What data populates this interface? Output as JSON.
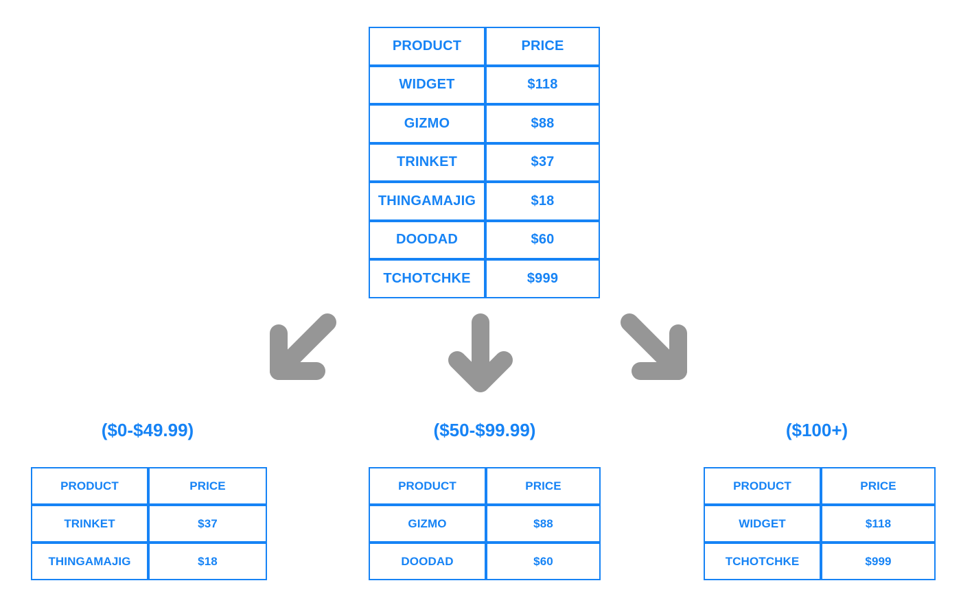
{
  "colors": {
    "accent": "#1683f5",
    "arrow": "#969696",
    "background": "#ffffff"
  },
  "master_table": {
    "headers": [
      "PRODUCT",
      "PRICE"
    ],
    "rows": [
      [
        "WIDGET",
        "$118"
      ],
      [
        "GIZMO",
        "$88"
      ],
      [
        "TRINKET",
        "$37"
      ],
      [
        "THINGAMAJIG",
        "$18"
      ],
      [
        "DOODAD",
        "$60"
      ],
      [
        "TCHOTCHKE",
        "$999"
      ]
    ]
  },
  "arrows": [
    {
      "name": "arrow-down-left",
      "glyph": "down-left"
    },
    {
      "name": "arrow-down",
      "glyph": "down"
    },
    {
      "name": "arrow-down-right",
      "glyph": "down-right"
    }
  ],
  "buckets": [
    {
      "caption": "($0-$49.99)",
      "headers": [
        "PRODUCT",
        "PRICE"
      ],
      "rows": [
        [
          "TRINKET",
          "$37"
        ],
        [
          "THINGAMAJIG",
          "$18"
        ]
      ]
    },
    {
      "caption": "($50-$99.99)",
      "headers": [
        "PRODUCT",
        "PRICE"
      ],
      "rows": [
        [
          "GIZMO",
          "$88"
        ],
        [
          "DOODAD",
          "$60"
        ]
      ]
    },
    {
      "caption": "($100+)",
      "headers": [
        "PRODUCT",
        "PRICE"
      ],
      "rows": [
        [
          "WIDGET",
          "$118"
        ],
        [
          "TCHOTCHKE",
          "$999"
        ]
      ]
    }
  ]
}
